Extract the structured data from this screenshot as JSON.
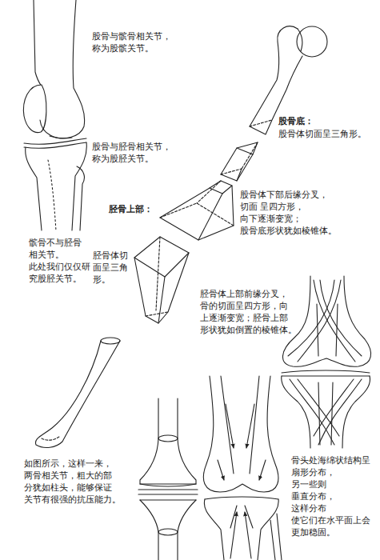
{
  "diagram": {
    "labels": [
      "股骨与髌骨相关节， 称为股髌关节。",
      "股骨底：",
      "股骨体切面呈三角形。",
      "股骨与胫骨相关节， 称为股胫关节。",
      "股骨体下部后缘分叉，切面 呈四方形，向下逐渐变宽； 股骨底形状犹如棱锥体。",
      "胫骨上部：",
      "髌骨不与胫骨 相关节。 此处我们仅仅研 究股胫关节。",
      "胫骨体切 面呈三角 形。",
      "胫骨体上部前缘分叉， 骨的切面呈四方形，向 上逐渐变宽；胫骨上部 形状犹如倒置的棱锥体。",
      "如图所示，这样一来， 两骨相关节，粗大的部 分犹如柱头，能够保证 关节有很强的抗压能力。",
      "骨头处海绵状结构呈 扇形分布，另一些则 垂直分布，这样分布 使它们在水平面上会 更加稳固。"
    ]
  }
}
